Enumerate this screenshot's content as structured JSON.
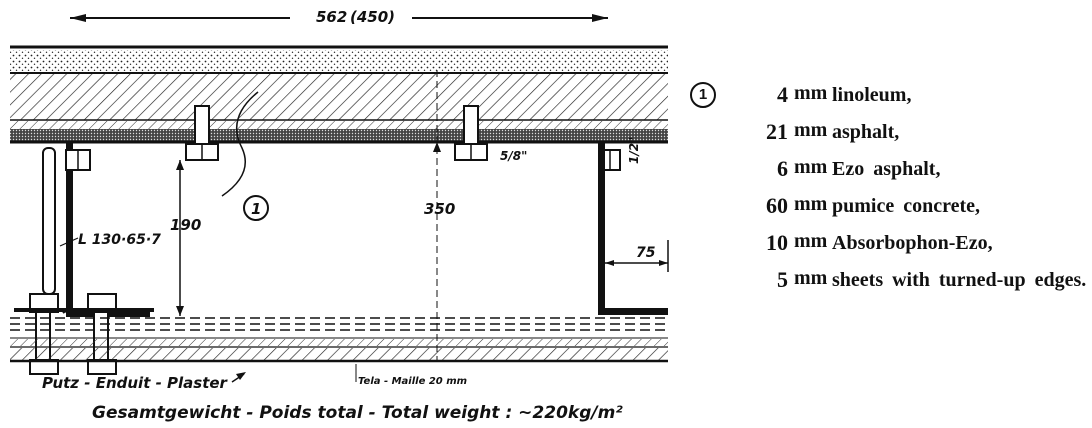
{
  "drawing": {
    "span_dimension": "562",
    "span_alt": "(450)",
    "height_left": "190",
    "height_right": "350",
    "flange_width": "75",
    "angle_profile": "L 130·65·7",
    "bolt_size_a": "5/8\"",
    "bolt_size_b": "1/2\"",
    "marker": "1",
    "plaster_label": "Putz - Enduit - Plaster",
    "fabric_label": "Tela - Maille 20 mm",
    "total_weight": "Gesamtgewicht - Poids total - Total weight : ~220kg/m²"
  },
  "legend": {
    "marker": "1",
    "layers": [
      {
        "value": "4",
        "unit": "mm",
        "material": "linoleum,"
      },
      {
        "value": "21",
        "unit": "mm",
        "material": "asphalt,"
      },
      {
        "value": "6",
        "unit": "mm",
        "material": "Ezo asphalt,"
      },
      {
        "value": "60",
        "unit": "mm",
        "material": "pumice concrete,"
      },
      {
        "value": "10",
        "unit": "mm",
        "material": "Absorbophon-Ezo,"
      },
      {
        "value": "5",
        "unit": "mm",
        "material": "sheets with turned-up edges."
      }
    ]
  }
}
